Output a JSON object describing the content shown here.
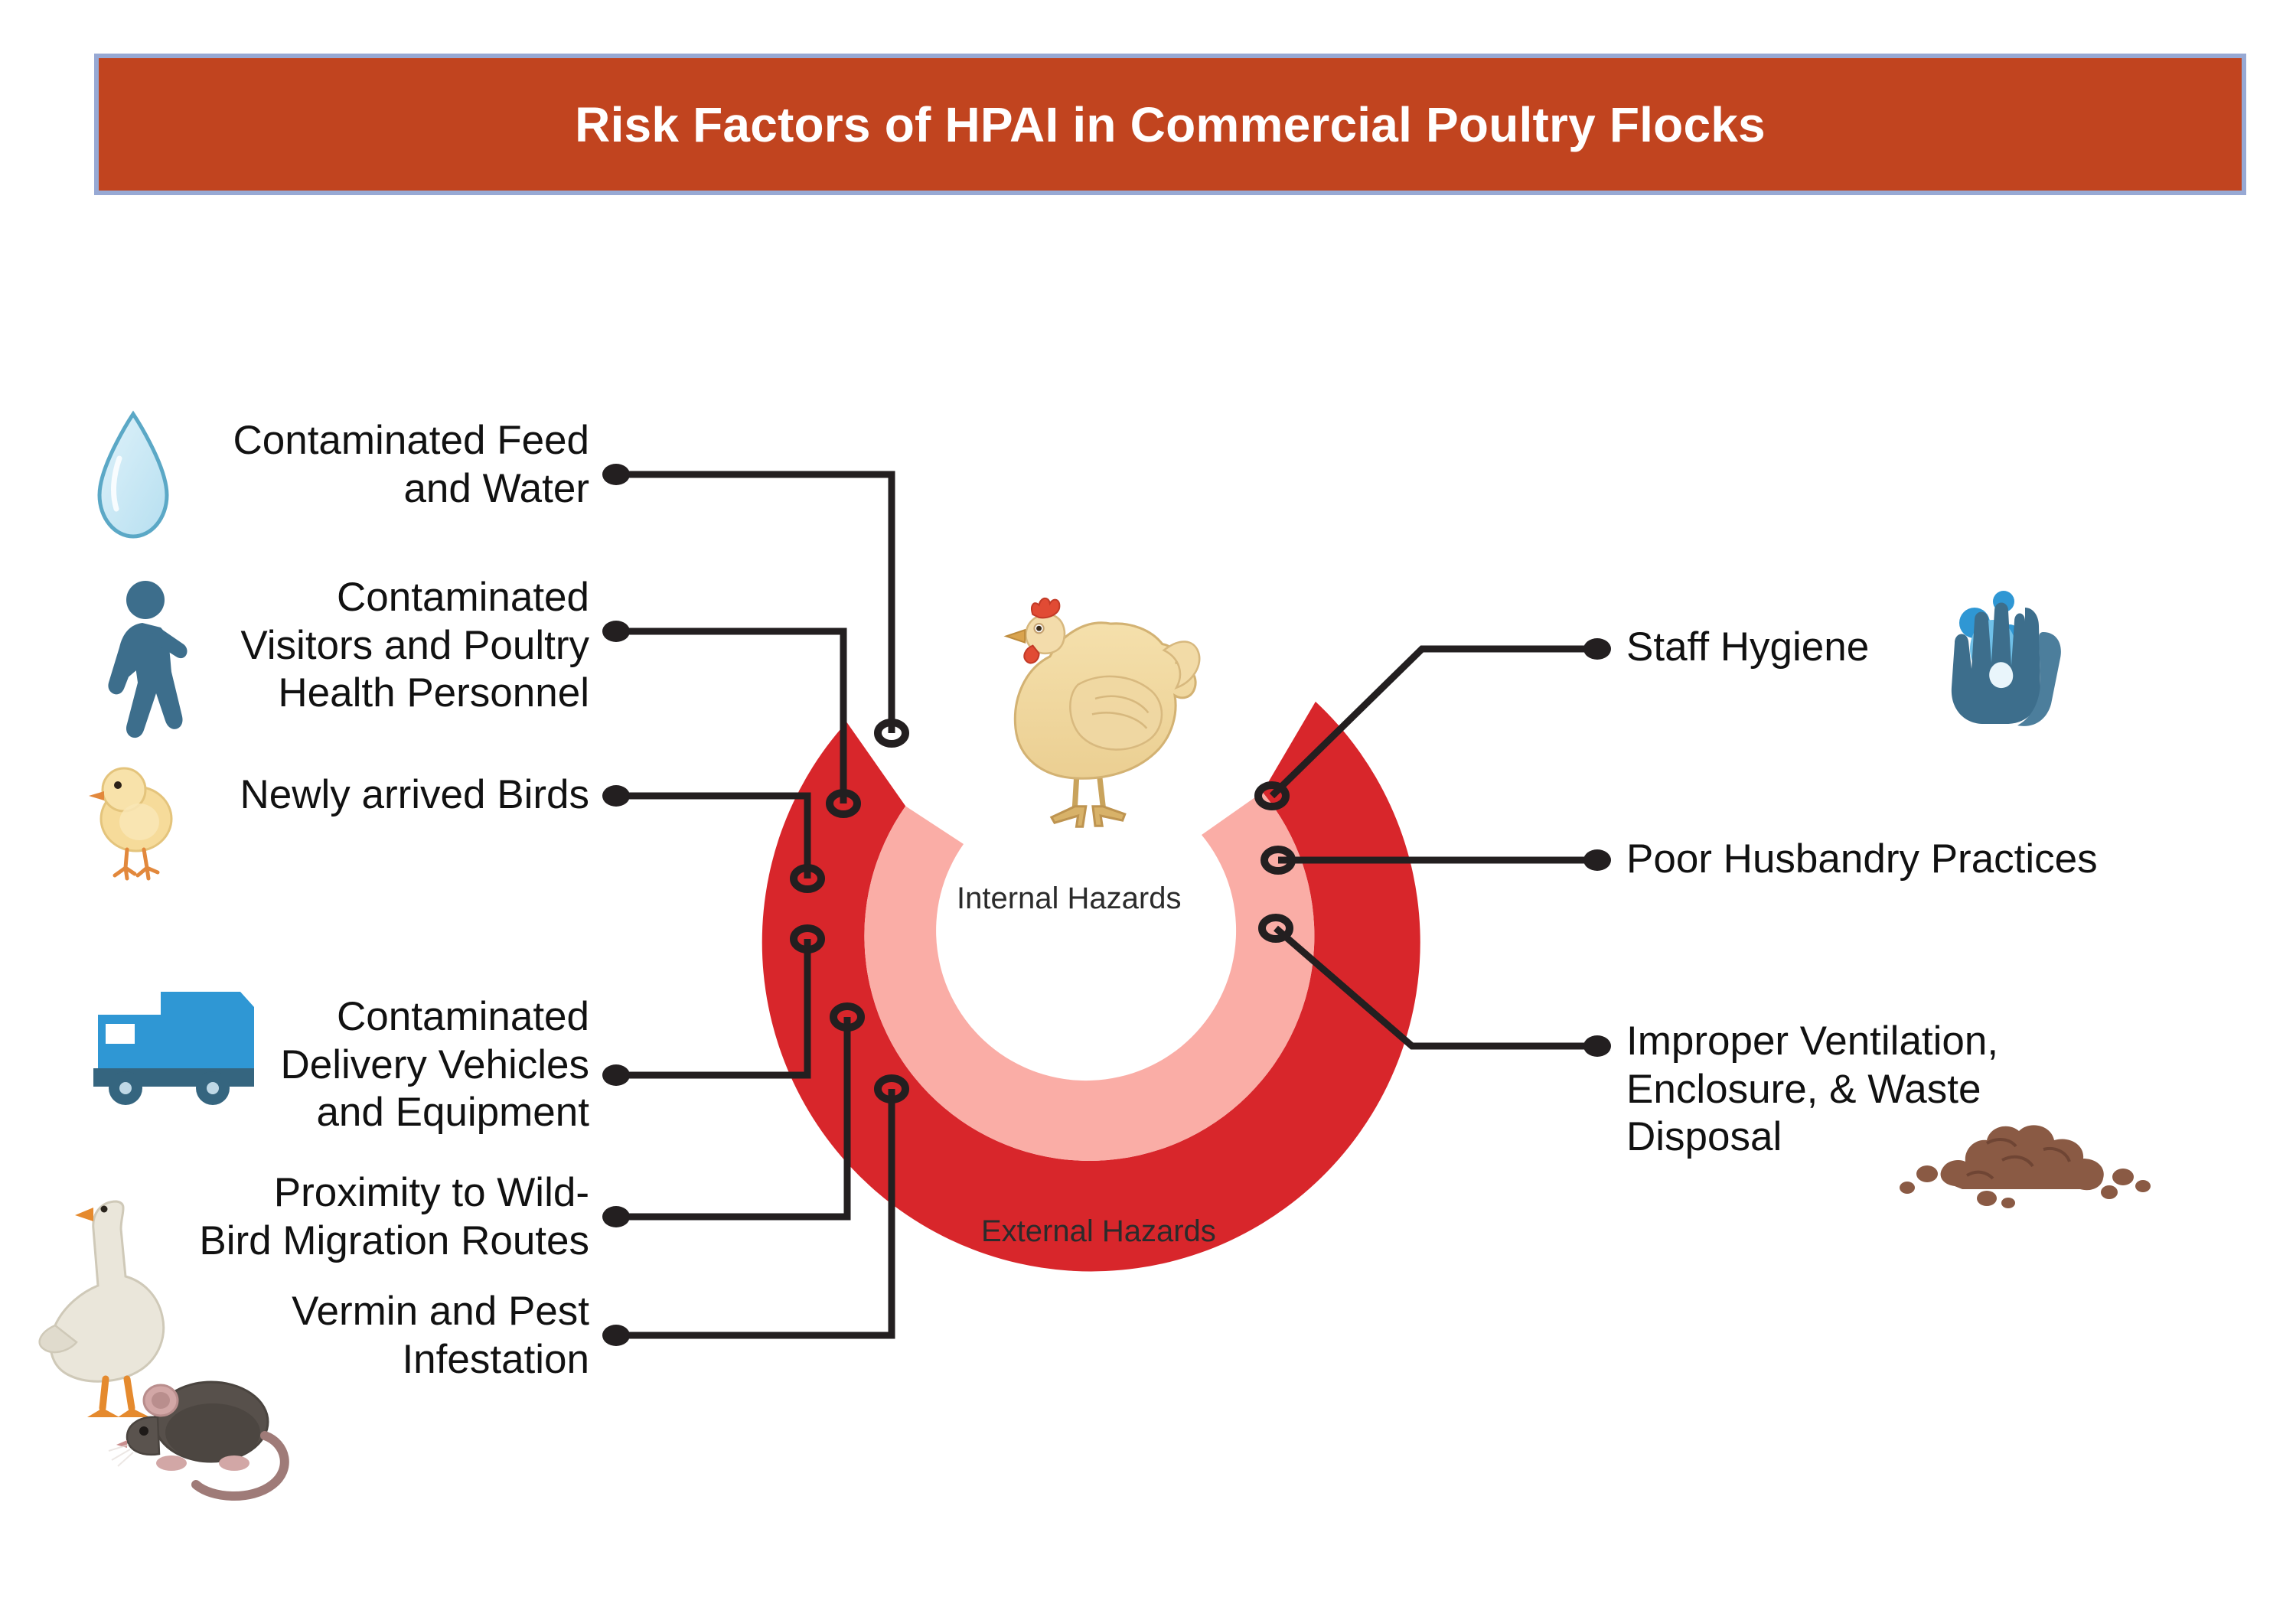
{
  "header": {
    "title": "Risk Factors of HPAI in Commercial Poultry Flocks",
    "banner_color": "#C1441F",
    "banner_border_color": "#97A9D4",
    "title_color": "#FFFFFF"
  },
  "diagram": {
    "type": "radial-labeled-donut",
    "center_icon": "chicken-icon",
    "ring_labels": {
      "inner": "Internal Hazards",
      "outer": "External Hazards"
    },
    "colors": {
      "outer_ring": "#D8262B",
      "inner_ring": "#FAADA6",
      "connector": "#231F20",
      "label_text": "#111111",
      "ring_label_text": "#2B2B2B"
    }
  },
  "external_hazards": [
    {
      "label": "Contaminated Feed\nand Water",
      "icon": "water-drop-icon",
      "icon_color": "#BFE3F2"
    },
    {
      "label": "Contaminated\nVisitors and Poultry\nHealth Personnel",
      "icon": "walking-person-icon",
      "icon_color": "#3D6E8C"
    },
    {
      "label": "Newly arrived Birds",
      "icon": "chick-icon",
      "icon_color": "#F3D88B"
    },
    {
      "label": "Contaminated\nDelivery Vehicles\nand Equipment",
      "icon": "delivery-truck-icon",
      "icon_color": "#2F97D4"
    },
    {
      "label": "Proximity to Wild-\nBird Migration Routes",
      "icon": "goose-icon",
      "icon_color": "#E8E5DA"
    },
    {
      "label": "Vermin and Pest\nInfestation",
      "icon": "rat-icon",
      "icon_color": "#55504C"
    }
  ],
  "internal_hazards": [
    {
      "label": "Staff Hygiene",
      "icon": "handwashing-icon",
      "icon_color": "#3D6E8C"
    },
    {
      "label": "Poor Husbandry Practices",
      "icon": null,
      "icon_color": null
    },
    {
      "label": "Improper Ventilation,\nEnclosure, & Waste\nDisposal",
      "icon": "manure-pile-icon",
      "icon_color": "#8A5A44"
    }
  ]
}
